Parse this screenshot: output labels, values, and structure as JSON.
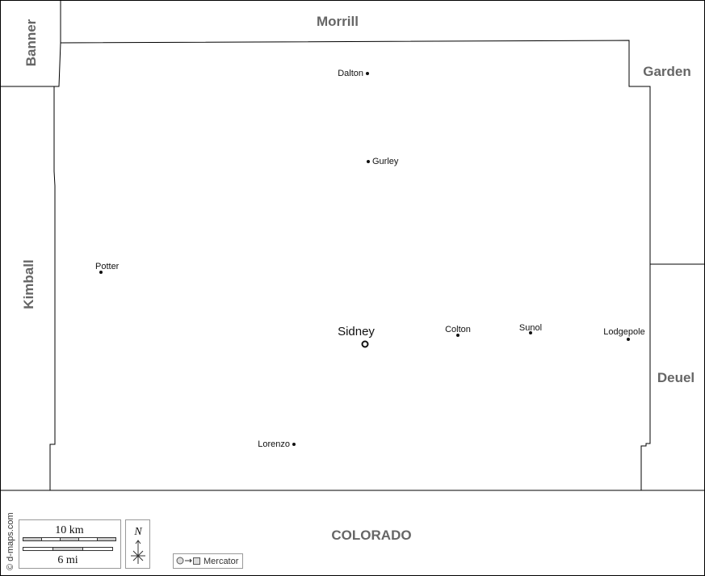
{
  "neighbors": {
    "morrill": "Morrill",
    "banner": "Banner",
    "garden": "Garden",
    "kimball": "Kimball",
    "deuel": "Deuel",
    "colorado": "COLORADO"
  },
  "towns": {
    "dalton": "Dalton",
    "gurley": "Gurley",
    "potter": "Potter",
    "sidney": "Sidney",
    "colton": "Colton",
    "sunol": "Sunol",
    "lodgepole": "Lodgepole",
    "lorenzo": "Lorenzo"
  },
  "legend": {
    "scale_km": "10 km",
    "scale_mi": "6 mi",
    "north": "N",
    "projection": "Mercator",
    "credit": "© d-maps.com"
  }
}
